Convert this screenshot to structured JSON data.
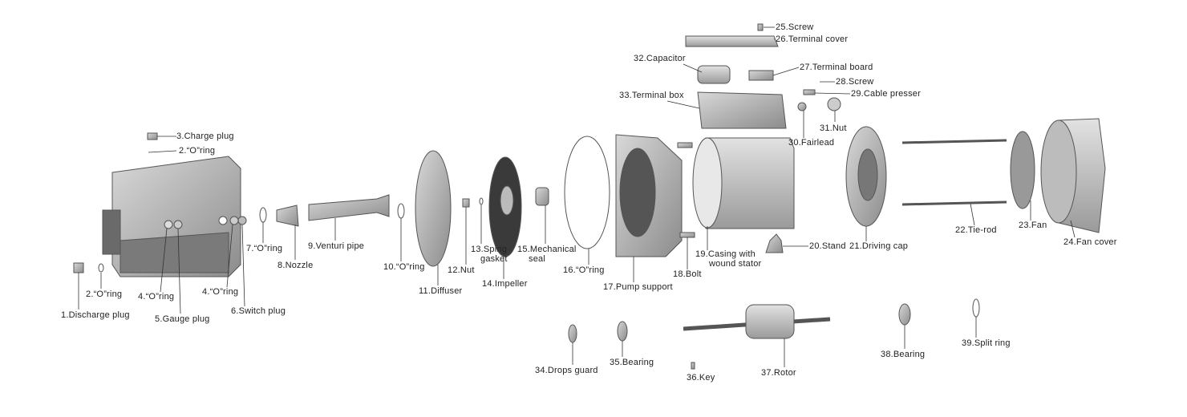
{
  "parts": {
    "p1": "1.Discharge plug",
    "p2a": "2.“O”ring",
    "p2b": "2.“O”ring",
    "p3": "3.Charge plug",
    "p4a": "4.“O”ring",
    "p4b": "4.“O”ring",
    "p5": "5.Gauge plug",
    "p6": "6.Switch plug",
    "p7": "7.“O”ring",
    "p8": "8.Nozzle",
    "p9": "9.Venturi pipe",
    "p10": "10.“O”ring",
    "p11": "11.Diffuser",
    "p12": "12.Nut",
    "p13a": "13.Sping",
    "p13b": "gasket",
    "p14": "14.Impeller",
    "p15a": "15.Mechanical",
    "p15b": "seal",
    "p16": "16.“O”ring",
    "p17": "17.Pump support",
    "p18": "18.Bolt",
    "p19a": "19.Casing with",
    "p19b": "wound stator",
    "p20": "20.Stand",
    "p21": "21.Driving cap",
    "p22": "22.Tie-rod",
    "p23": "23.Fan",
    "p24": "24.Fan cover",
    "p25": "25.Screw",
    "p26": "26.Terminal cover",
    "p27": "27.Terminal board",
    "p28": "28.Screw",
    "p29": "29.Cable presser",
    "p30": "30.Fairlead",
    "p31": "31.Nut",
    "p32": "32.Capacitor",
    "p33": "33.Terminal box",
    "p34": "34.Drops guard",
    "p35": "35.Bearing",
    "p36": "36.Key",
    "p37": "37.Rotor",
    "p38": "38.Bearing",
    "p39": "39.Split ring"
  }
}
